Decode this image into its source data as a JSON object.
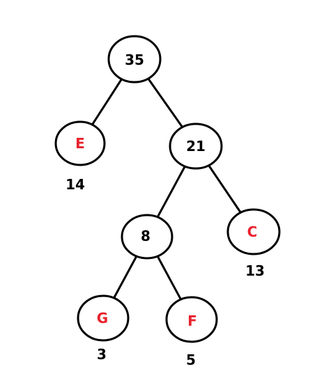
{
  "colors": {
    "line": "#000000",
    "internal_text": "#000000",
    "leaf_text": "#e8232e",
    "weight_text": "#000000"
  },
  "nodes": {
    "root": {
      "label": "35"
    },
    "e": {
      "label": "E",
      "weight": "14"
    },
    "n21": {
      "label": "21"
    },
    "n8": {
      "label": "8"
    },
    "c": {
      "label": "C",
      "weight": "13"
    },
    "g": {
      "label": "G",
      "weight": "3"
    },
    "f": {
      "label": "F",
      "weight": "5"
    }
  },
  "edges": [
    [
      "root",
      "e"
    ],
    [
      "root",
      "n21"
    ],
    [
      "n21",
      "n8"
    ],
    [
      "n21",
      "c"
    ],
    [
      "n8",
      "g"
    ],
    [
      "n8",
      "f"
    ]
  ]
}
